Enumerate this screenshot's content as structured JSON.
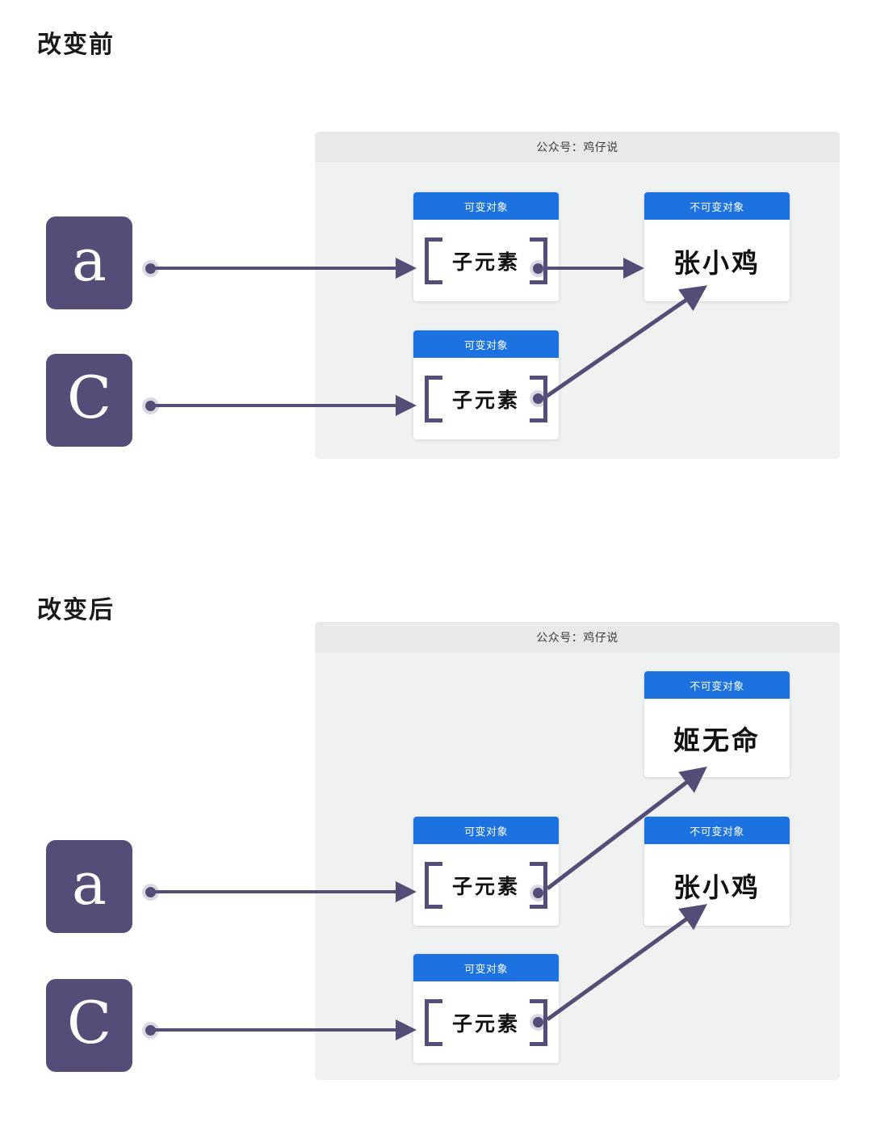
{
  "titles": {
    "before": "改变前",
    "after": "改变后"
  },
  "panel_header": "公众号：鸡仔说",
  "labels": {
    "mutable": "可变对象",
    "immutable": "不可变对象",
    "child_element": "子元素"
  },
  "variables": {
    "a": "a",
    "c": "C"
  },
  "values": {
    "zhang_xiao_ji": "张小鸡",
    "ji_wu_ming": "姬无命"
  },
  "colors": {
    "purple": "#554d78",
    "blue": "#1b72e0",
    "panel_bg": "#f0f1f1",
    "panel_header_bg": "#e7e9ea",
    "card_bg": "#ffffff",
    "text": "#111111"
  },
  "before": {
    "variables": [
      {
        "name": "a",
        "label": "a"
      },
      {
        "name": "c",
        "label": "C"
      }
    ],
    "mutable_boxes": [
      {
        "id": "mutable-a",
        "header": "可变对象",
        "content": "子元素"
      },
      {
        "id": "mutable-c",
        "header": "可变对象",
        "content": "子元素"
      }
    ],
    "immutable_boxes": [
      {
        "id": "immutable-zhang",
        "header": "不可变对象",
        "content": "张小鸡"
      }
    ],
    "edges": [
      {
        "from": "a",
        "to": "mutable-a"
      },
      {
        "from": "c",
        "to": "mutable-c"
      },
      {
        "from": "mutable-a",
        "to": "immutable-zhang"
      },
      {
        "from": "mutable-c",
        "to": "immutable-zhang"
      }
    ]
  },
  "after": {
    "variables": [
      {
        "name": "a",
        "label": "a"
      },
      {
        "name": "c",
        "label": "C"
      }
    ],
    "mutable_boxes": [
      {
        "id": "mutable-a2",
        "header": "可变对象",
        "content": "子元素"
      },
      {
        "id": "mutable-c2",
        "header": "可变对象",
        "content": "子元素"
      }
    ],
    "immutable_boxes": [
      {
        "id": "immutable-ji",
        "header": "不可变对象",
        "content": "姬无命"
      },
      {
        "id": "immutable-zhang2",
        "header": "不可变对象",
        "content": "张小鸡"
      }
    ],
    "edges": [
      {
        "from": "a",
        "to": "mutable-a2"
      },
      {
        "from": "c",
        "to": "mutable-c2"
      },
      {
        "from": "mutable-a2",
        "to": "immutable-ji"
      },
      {
        "from": "mutable-c2",
        "to": "immutable-zhang2"
      }
    ]
  }
}
